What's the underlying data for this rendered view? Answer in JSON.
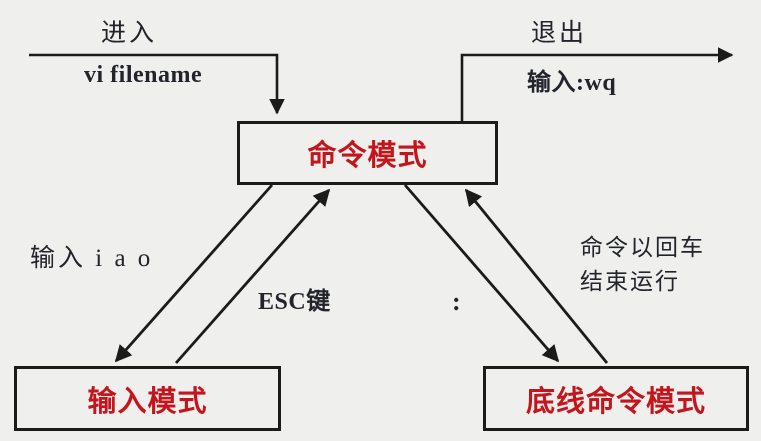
{
  "diagram": {
    "title": "vi editor mode transition diagram",
    "background_color": "#efefed",
    "node_text_color": "#c4151c",
    "line_color": "#1b1b1b",
    "label_text_color": "#22242a"
  },
  "nodes": {
    "command_mode": "命令模式",
    "insert_mode": "输入模式",
    "lastline_mode": "底线命令模式"
  },
  "labels": {
    "enter": "进入",
    "vi_filename": "vi filename",
    "exit": "退出",
    "input_wq": "输入:wq",
    "input_iao": "输入 i a o",
    "esc_key": "ESC键",
    "colon": ":",
    "enter_to_run": "命令以回车\n结束运行"
  }
}
